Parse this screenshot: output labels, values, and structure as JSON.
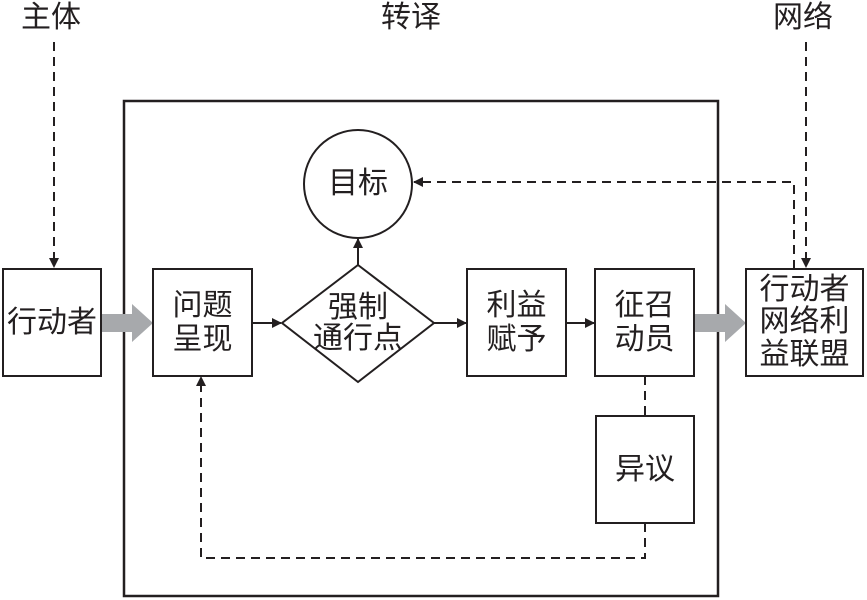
{
  "diagram": {
    "title": "行动者网络转译过程",
    "top_labels": {
      "subject": "主体",
      "translation": "转译",
      "network": "网络"
    },
    "nodes": {
      "actor": {
        "label": "行动者"
      },
      "problematization": {
        "line1": "问题",
        "line2": "呈现"
      },
      "opp": {
        "line1": "强制",
        "line2": "通行点"
      },
      "goal": {
        "label": "目标"
      },
      "interessement": {
        "line1": "利益",
        "line2": "赋予"
      },
      "enrolment": {
        "line1": "征召",
        "line2": "动员"
      },
      "dissidence": {
        "label": "异议"
      },
      "network_alliance": {
        "line1": "行动者",
        "line2": "网络利",
        "line3": "益联盟"
      }
    },
    "edges": [
      {
        "from": "subject",
        "to": "actor",
        "style": "dashed"
      },
      {
        "from": "actor",
        "to": "problematization",
        "style": "thick-gray"
      },
      {
        "from": "problematization",
        "to": "opp",
        "style": "solid"
      },
      {
        "from": "opp",
        "to": "goal",
        "style": "solid"
      },
      {
        "from": "opp",
        "to": "interessement",
        "style": "solid"
      },
      {
        "from": "interessement",
        "to": "enrolment",
        "style": "solid"
      },
      {
        "from": "enrolment",
        "to": "dissidence",
        "style": "dashed-line"
      },
      {
        "from": "dissidence",
        "to": "problematization",
        "style": "dashed"
      },
      {
        "from": "enrolment",
        "to": "network_alliance",
        "style": "thick-gray"
      },
      {
        "from": "network_alliance",
        "to": "goal",
        "style": "dashed"
      },
      {
        "from": "network",
        "to": "network_alliance",
        "style": "dashed"
      }
    ],
    "colors": {
      "stroke": "#231f20",
      "thick_arrow": "#a7a9ac",
      "background": "#ffffff"
    }
  }
}
